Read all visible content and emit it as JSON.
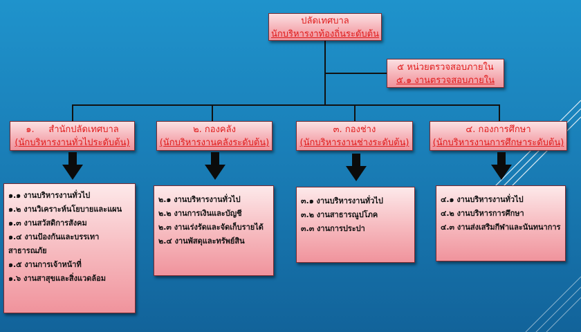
{
  "top": {
    "line1": "ปลัดเทศบาล",
    "line2": "นักบริหารงาท้องถิ่นระดับต้น"
  },
  "audit": {
    "line1": "๕ หน่วยตรวจสอบภายใน",
    "line2": "๕.๑ งานตรวจสอบภายใน"
  },
  "divisions": [
    {
      "title": "๑.     สำนักปลัดเทศบาล",
      "subtitle": "(นักบริหารงานทั่วไประดับต้น)",
      "items": [
        "๑.๑ งานบริหารงานทั่วไป",
        "๑.๒ งานวิเคราะห์นโยบายและแผน",
        "๑.๓ งานสวัสดิการสังคม",
        "๑.๔ งานป้องกันและบรรเทาสาธารณภัย",
        "๑.๕ งานการเจ้าหน้าที่",
        "๑.๖ งานสาสุขและสิ่งแวดล้อม"
      ]
    },
    {
      "title": "๒. กองคลัง",
      "subtitle": "(นักบริหารงานคลังระดับต้น)",
      "items": [
        "๒.๑ งานบริหารงานทั่วไป",
        "๒.๒ งานการเงินและบัญชี",
        "๒.๓ งานเร่งรัดและจัดเก็บรายได้",
        "๒.๔ งานพัสดุและทรัพย์สิน"
      ]
    },
    {
      "title": "๓. กองช่าง",
      "subtitle": "(นักบริหารงานช่างระดับต้น)",
      "items": [
        "๓.๑ งานบริหารงานทั่วไป",
        "๓.๒ งานสาธารณูปโภค",
        "๓.๓ งานการประปา"
      ]
    },
    {
      "title": "๔. กองการศึกษา",
      "subtitle": "(นักบริหารงานการศึกษาระดับต้น)",
      "items": [
        "๔.๑ งานบริหารงานทั่วไป",
        "๔.๒ งานบริหารการศึกษา",
        "๔.๓ งานส่งเสริมกีฬาและนันทนาการ"
      ]
    }
  ]
}
